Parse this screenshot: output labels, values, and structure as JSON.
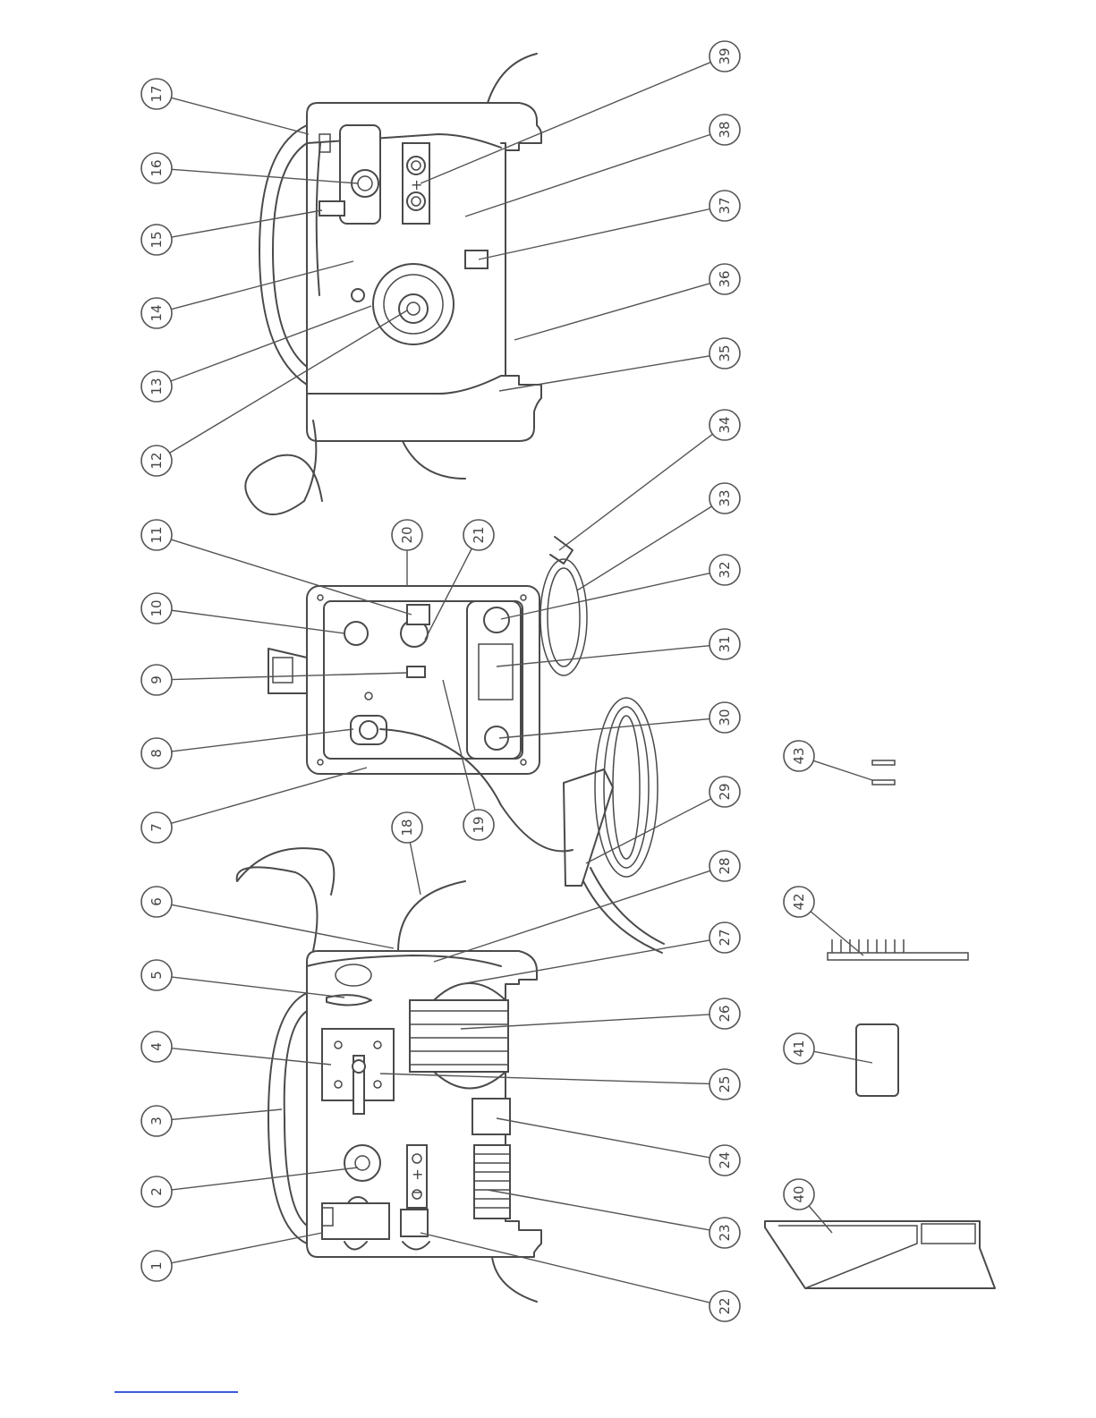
{
  "callouts": [
    {
      "n": "1"
    },
    {
      "n": "2"
    },
    {
      "n": "3"
    },
    {
      "n": "4"
    },
    {
      "n": "5"
    },
    {
      "n": "6"
    },
    {
      "n": "7"
    },
    {
      "n": "8"
    },
    {
      "n": "9"
    },
    {
      "n": "10"
    },
    {
      "n": "11"
    },
    {
      "n": "12"
    },
    {
      "n": "13"
    },
    {
      "n": "14"
    },
    {
      "n": "15"
    },
    {
      "n": "16"
    },
    {
      "n": "17"
    },
    {
      "n": "18"
    },
    {
      "n": "19"
    },
    {
      "n": "20"
    },
    {
      "n": "21"
    },
    {
      "n": "22"
    },
    {
      "n": "23"
    },
    {
      "n": "24"
    },
    {
      "n": "25"
    },
    {
      "n": "26"
    },
    {
      "n": "27"
    },
    {
      "n": "28"
    },
    {
      "n": "29"
    },
    {
      "n": "30"
    },
    {
      "n": "31"
    },
    {
      "n": "32"
    },
    {
      "n": "33"
    },
    {
      "n": "34"
    },
    {
      "n": "35"
    },
    {
      "n": "36"
    },
    {
      "n": "37"
    },
    {
      "n": "38"
    },
    {
      "n": "39"
    },
    {
      "n": "40"
    },
    {
      "n": "41"
    },
    {
      "n": "42"
    },
    {
      "n": "43"
    }
  ],
  "panel_signs": {
    "plus_top": "+",
    "plus_bottom": "+",
    "minus_bottom": "−"
  },
  "colors": {
    "line": "#4a4a4a",
    "link": "#3b5bd9"
  }
}
